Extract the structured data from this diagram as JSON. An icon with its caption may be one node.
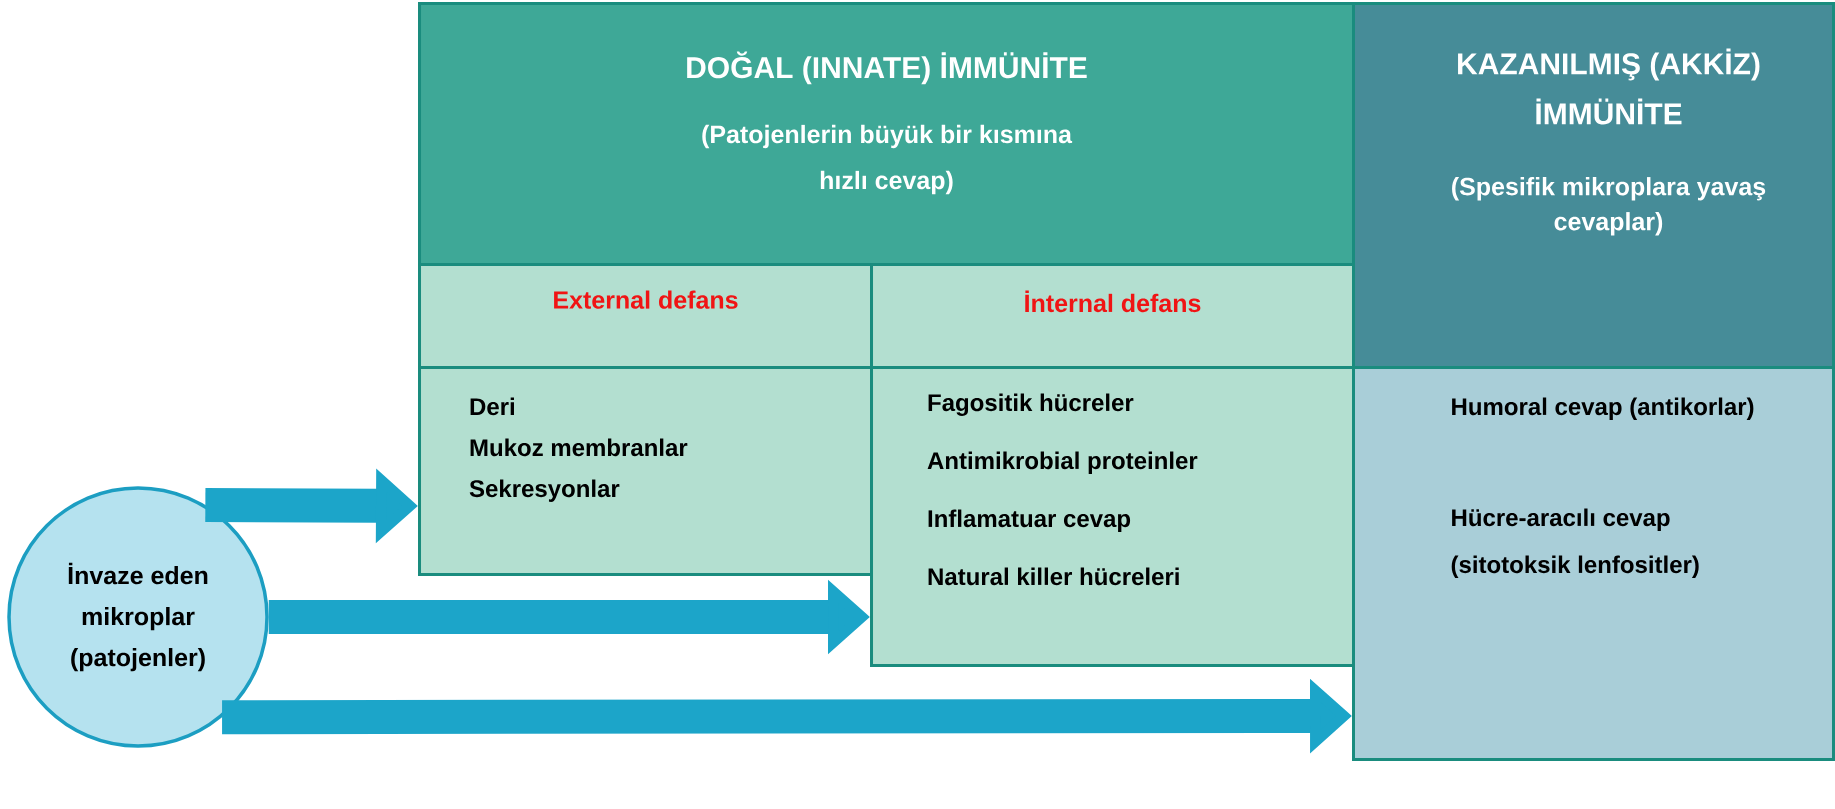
{
  "diagram": {
    "nodes": [
      {
        "text": [
          "DOĞAL (INNATE) İMMÜNİTE",
          "(Patojenlerin büyük bir kısmına hızlı cevap)"
        ]
      },
      {
        "text": [
          "External defans"
        ]
      },
      {
        "text": [
          "İnternal defans"
        ]
      },
      {
        "text": [
          "Deri",
          "Mukoz membranlar",
          "Sekresyonlar"
        ]
      },
      {
        "text": [
          "Fagositik hücreler",
          "Antimikrobial proteinler",
          "Inflamatuar cevap",
          "Natural killer hücreleri"
        ]
      },
      {
        "text": [
          "KAZANILMIŞ (AKKİZ) İMMÜNİTE",
          "(Spesifik mikroplara yavaş cevaplar)"
        ]
      },
      {
        "text": [
          "Humoral cevap (antikorlar)",
          "Hücre-aracılı cevap (sitotoksik lenfositler)"
        ]
      },
      {
        "text": [
          "İnvaze eden mikroplar (patojenler)"
        ]
      }
    ],
    "edges": [
      {
        "from": 7,
        "to": 3,
        "arrow": "to"
      },
      {
        "from": 7,
        "to": 4,
        "arrow": "to"
      },
      {
        "from": 7,
        "to": 6,
        "arrow": "to"
      }
    ]
  }
}
